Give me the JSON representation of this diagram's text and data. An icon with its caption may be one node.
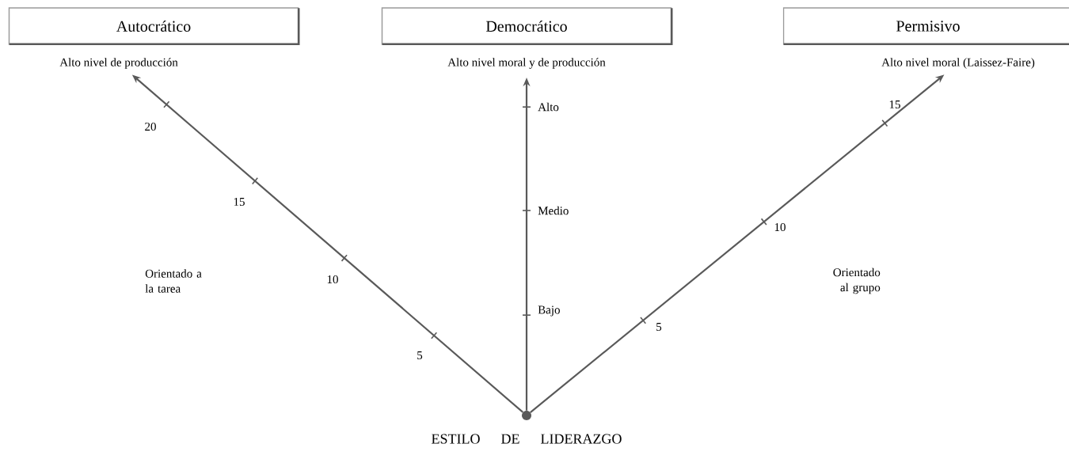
{
  "diagram": {
    "nodes": [
      {
        "text": [
          "Autocrático"
        ]
      },
      {
        "text": [
          "Democrático"
        ]
      },
      {
        "text": [
          "Permisivo"
        ]
      },
      {
        "text": [
          "Alto nivel de producción"
        ]
      },
      {
        "text": [
          "Alto nivel moral y de producción"
        ]
      },
      {
        "text": [
          "Alto nivel moral (Laissez-Faire)"
        ]
      },
      {
        "text": [],
        "shape": "circle",
        "beside": [
          "ESTILO DE LIDERAZGO"
        ]
      }
    ],
    "edges": [
      {
        "from": 6,
        "to": 3,
        "arrow": "to"
      },
      {
        "from": 6,
        "to": 4,
        "arrow": "to"
      },
      {
        "from": 6,
        "to": 5,
        "arrow": "to"
      }
    ],
    "labels": [
      "20",
      "Alto",
      "15",
      "15",
      "Medio",
      "10",
      "Orientado a la tarea",
      "Orientado al grupo",
      "10",
      "5",
      "Bajo",
      "5"
    ]
  }
}
